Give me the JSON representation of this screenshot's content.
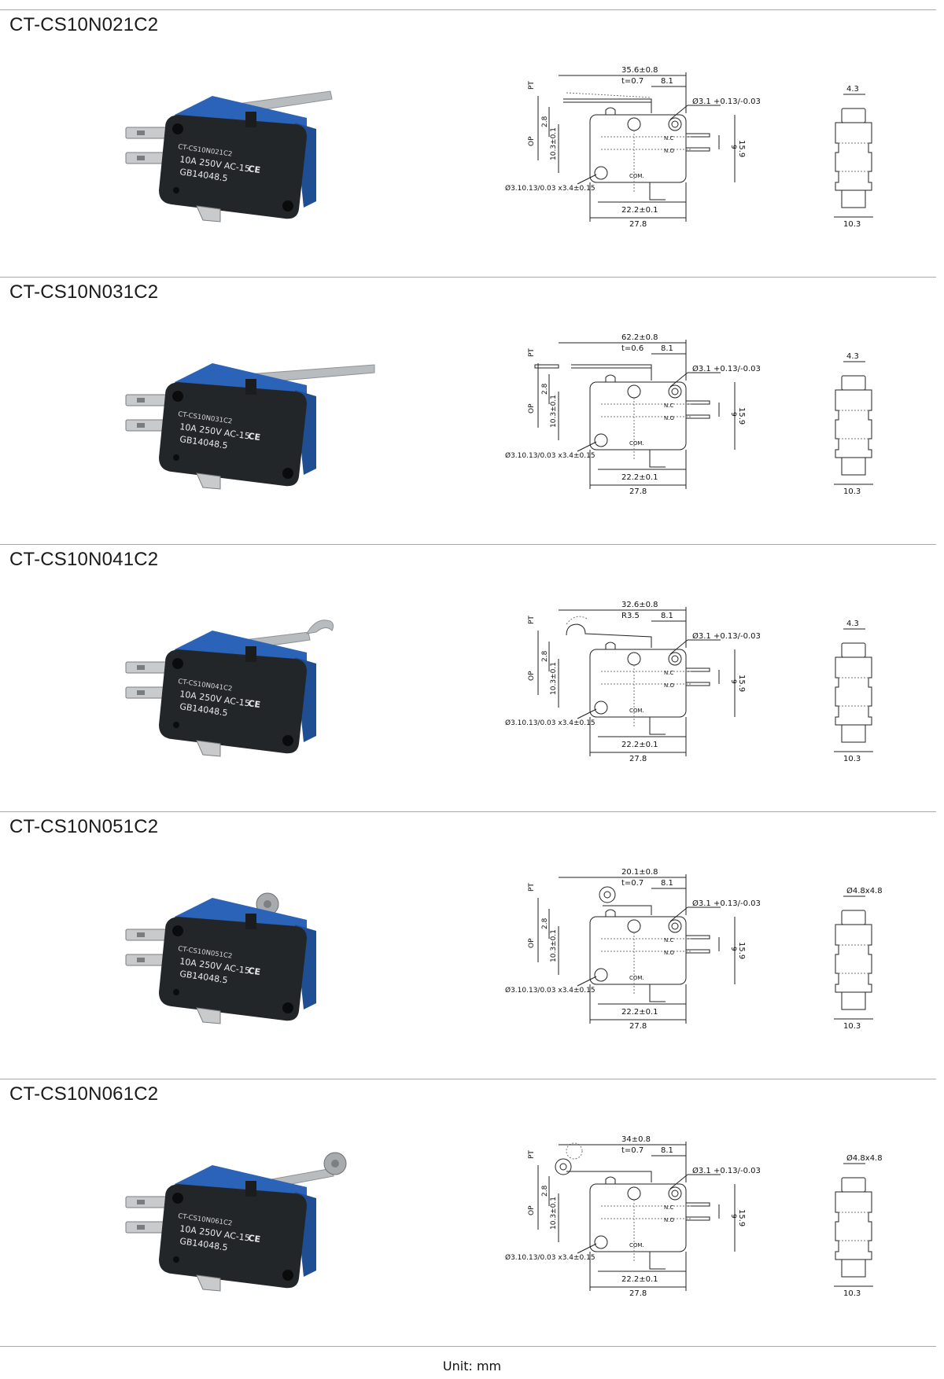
{
  "sections": [
    {
      "model": "CT-CS10N021C2",
      "actuator": "hinge-lever",
      "photo": {
        "model_text": "CT-CS10N021C2",
        "line2": "10A 250V AC-15",
        "line3": "GB14048.5",
        "ce": "CE"
      },
      "drawing": {
        "length": "35.6",
        "length_tol": "±0.8",
        "thickness": "t=0.7",
        "offset": "8.1",
        "top_hole": "Ø3.1",
        "hole_tol_up": "+0.13",
        "hole_tol_dn": "-0.03",
        "bottom_hole": "Ø3.1",
        "bottom_hole_tol_up": "0.13",
        "bottom_hole_tol_dn": "0.03",
        "bottom_hole_x": "x3.4",
        "bottom_hole_x_tol": "±0.15",
        "pt": "PT",
        "op": "OP",
        "h1": "2.8",
        "h2": "10.3",
        "h2_tol": "±0.1",
        "nc": "N.C",
        "no": "N.O",
        "com": "COM.",
        "pitch": "9",
        "height": "15.9",
        "w1": "22.2",
        "w1_tol": "±0.1",
        "w2": "27.8"
      },
      "side": {
        "top": "4.3",
        "bottom": "10.3"
      }
    },
    {
      "model": "CT-CS10N031C2",
      "actuator": "long-lever",
      "photo": {
        "model_text": "CT-CS10N031C2",
        "line2": "10A 250V AC-15",
        "line3": "GB14048.5",
        "ce": "CE"
      },
      "drawing": {
        "length": "62.2",
        "length_tol": "±0.8",
        "thickness": "t=0.6",
        "offset": "8.1",
        "top_hole": "Ø3.1",
        "hole_tol_up": "+0.13",
        "hole_tol_dn": "-0.03",
        "bottom_hole": "Ø3.1",
        "bottom_hole_tol_up": "0.13",
        "bottom_hole_tol_dn": "0.03",
        "bottom_hole_x": "x3.4",
        "bottom_hole_x_tol": "±0.15",
        "pt": "PT",
        "op": "OP",
        "h1": "2.8",
        "h2": "10.3",
        "h2_tol": "±0.1",
        "nc": "N.C",
        "no": "N.O",
        "com": "COM.",
        "pitch": "9",
        "height": "15.9",
        "w1": "22.2",
        "w1_tol": "±0.1",
        "w2": "27.8"
      },
      "side": {
        "top": "4.3",
        "bottom": "10.3"
      }
    },
    {
      "model": "CT-CS10N041C2",
      "actuator": "simulated-roller-lever",
      "photo": {
        "model_text": "CT-CS10N041C2",
        "line2": "10A 250V AC-15",
        "line3": "GB14048.5",
        "ce": "CE"
      },
      "drawing": {
        "length": "32.6",
        "length_tol": "±0.8",
        "thickness": "R3.5",
        "offset": "8.1",
        "top_hole": "Ø3.1",
        "hole_tol_up": "+0.13",
        "hole_tol_dn": "-0.03",
        "bottom_hole": "Ø3.1",
        "bottom_hole_tol_up": "0.13",
        "bottom_hole_tol_dn": "0.03",
        "bottom_hole_x": "x3.4",
        "bottom_hole_x_tol": "±0.15",
        "pt": "PT",
        "op": "OP",
        "h1": "2.8",
        "h2": "10.3",
        "h2_tol": "±0.1",
        "nc": "N.C",
        "no": "N.O",
        "com": "COM.",
        "pitch": "9",
        "height": "15.9",
        "w1": "22.2",
        "w1_tol": "±0.1",
        "w2": "27.8"
      },
      "side": {
        "top": "4.3",
        "bottom": "10.3"
      }
    },
    {
      "model": "CT-CS10N051C2",
      "actuator": "short-roller-lever",
      "photo": {
        "model_text": "CT-CS10N051C2",
        "line2": "10A 250V AC-15",
        "line3": "GB14048.5",
        "ce": "CE"
      },
      "drawing": {
        "length": "20.1",
        "length_tol": "±0.8",
        "thickness": "t=0.7",
        "offset": "8.1",
        "top_hole": "Ø3.1",
        "hole_tol_up": "+0.13",
        "hole_tol_dn": "-0.03",
        "bottom_hole": "Ø3.1",
        "bottom_hole_tol_up": "0.13",
        "bottom_hole_tol_dn": "0.03",
        "bottom_hole_x": "x3.4",
        "bottom_hole_x_tol": "±0.15",
        "pt": "PT",
        "op": "OP",
        "h1": "2.8",
        "h2": "10.3",
        "h2_tol": "±0.1",
        "nc": "N.C",
        "no": "N.O",
        "com": "COM.",
        "pitch": "9",
        "height": "15.9",
        "w1": "22.2",
        "w1_tol": "±0.1",
        "w2": "27.8"
      },
      "side": {
        "top": "Ø4.8x4.8",
        "bottom": "10.3"
      }
    },
    {
      "model": "CT-CS10N061C2",
      "actuator": "long-roller-lever",
      "photo": {
        "model_text": "CT-CS10N061C2",
        "line2": "10A 250V AC-15",
        "line3": "GB14048.5",
        "ce": "CE"
      },
      "drawing": {
        "length": "34",
        "length_tol": "±0.8",
        "thickness": "t=0.7",
        "offset": "8.1",
        "top_hole": "Ø3.1",
        "hole_tol_up": "+0.13",
        "hole_tol_dn": "-0.03",
        "bottom_hole": "Ø3.1",
        "bottom_hole_tol_up": "0.13",
        "bottom_hole_tol_dn": "0.03",
        "bottom_hole_x": "x3.4",
        "bottom_hole_x_tol": "±0.15",
        "pt": "PT",
        "op": "OP",
        "h1": "2.8",
        "h2": "10.3",
        "h2_tol": "±0.1",
        "nc": "N.C",
        "no": "N.O",
        "com": "COM.",
        "pitch": "9",
        "height": "15.9",
        "w1": "22.2",
        "w1_tol": "±0.1",
        "w2": "27.8"
      },
      "side": {
        "top": "Ø4.8x4.8",
        "bottom": "10.3"
      }
    }
  ],
  "footer": {
    "unit": "Unit: mm"
  },
  "colors": {
    "body": "#232629",
    "cap": "#2a63b8",
    "metal": "#b9bcbf",
    "line": "#222222",
    "dashed": "#777777",
    "divider": "#a9a9a9"
  }
}
